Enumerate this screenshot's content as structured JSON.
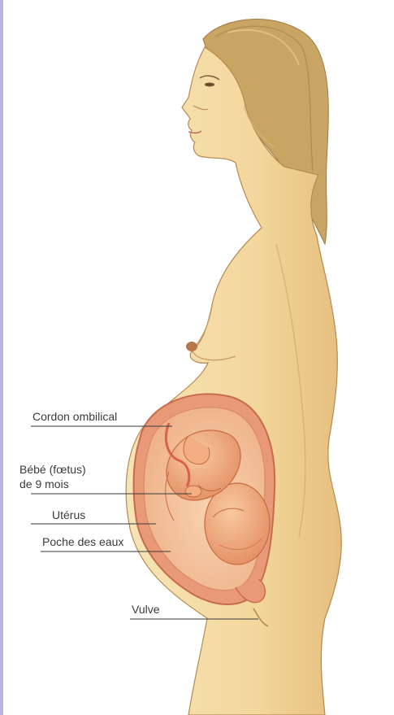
{
  "labels": {
    "umbilical_cord": "Cordon ombilical",
    "fetus_line1": "Bébé (fœtus)",
    "fetus_line2": "de 9 mois",
    "uterus": "Utérus",
    "amniotic_sac": "Poche des eaux",
    "vulva": "Vulve"
  },
  "colors": {
    "skin": "#f4dca6",
    "skin_shadow": "#e7c383",
    "hair": "#c9a564",
    "uterus_wall": "#e9a07a",
    "amniotic_fluid": "#f3c4a0",
    "fetus": "#f0a574",
    "label_text": "#3a3a3a",
    "leader_line": "#3a3a3a",
    "edge_strip": "#b9b4e6"
  }
}
